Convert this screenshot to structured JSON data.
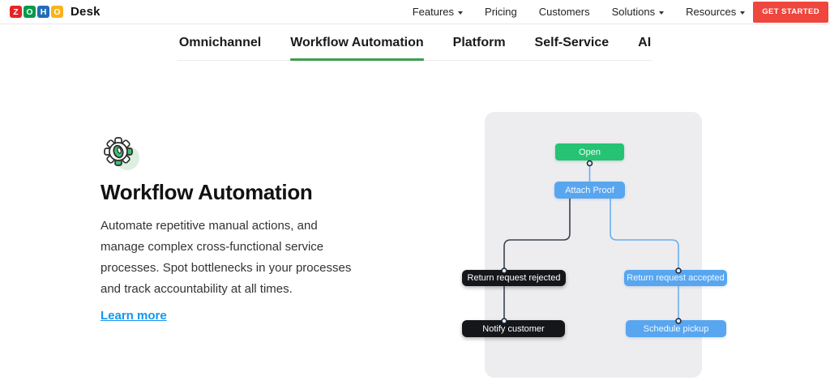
{
  "brand": {
    "logo_letters": [
      {
        "char": "Z"
      },
      {
        "char": "O"
      },
      {
        "char": "H"
      },
      {
        "char": "O"
      }
    ],
    "product": "Desk"
  },
  "top_nav": {
    "items": [
      {
        "label": "Features",
        "has_dropdown": true
      },
      {
        "label": "Pricing",
        "has_dropdown": false
      },
      {
        "label": "Customers",
        "has_dropdown": false
      },
      {
        "label": "Solutions",
        "has_dropdown": true
      },
      {
        "label": "Resources",
        "has_dropdown": true
      }
    ],
    "cta_label": "GET STARTED"
  },
  "section_tabs": {
    "items": [
      {
        "label": "Omnichannel",
        "active": false
      },
      {
        "label": "Workflow Automation",
        "active": true
      },
      {
        "label": "Platform",
        "active": false
      },
      {
        "label": "Self-Service",
        "active": false
      },
      {
        "label": "AI",
        "active": false
      }
    ]
  },
  "content": {
    "icon": "gear-icon",
    "title": "Workflow Automation",
    "description": "Automate repetitive manual actions, and manage complex cross-functional service processes. Spot bottlenecks in your processes and track accountability at all times.",
    "link_label": "Learn more"
  },
  "diagram": {
    "nodes": [
      {
        "id": "open",
        "label": "Open",
        "style": "green"
      },
      {
        "id": "attach-proof",
        "label": "Attach Proof",
        "style": "blue"
      },
      {
        "id": "return-request-rejected",
        "label": "Return request rejected",
        "style": "black"
      },
      {
        "id": "return-request-accepted",
        "label": "Return request accepted",
        "style": "blue-light"
      },
      {
        "id": "notify-customer",
        "label": "Notify customer",
        "style": "black"
      },
      {
        "id": "schedule-pickup",
        "label": "Schedule pickup",
        "style": "blue-light"
      }
    ]
  },
  "colors": {
    "logo_red": "#e42527",
    "logo_green": "#089949",
    "logo_blue": "#226db4",
    "logo_yellow": "#f9b21d",
    "cta_red": "#ef463e",
    "tab_green": "#3d9e4f",
    "link_blue": "#1296f0",
    "node_green": "#25c373",
    "node_blue": "#58a6f0",
    "node_black": "#14161a",
    "line_dark": "#39424e",
    "line_blue": "#6aadf2",
    "panel_gray": "#ededef"
  }
}
